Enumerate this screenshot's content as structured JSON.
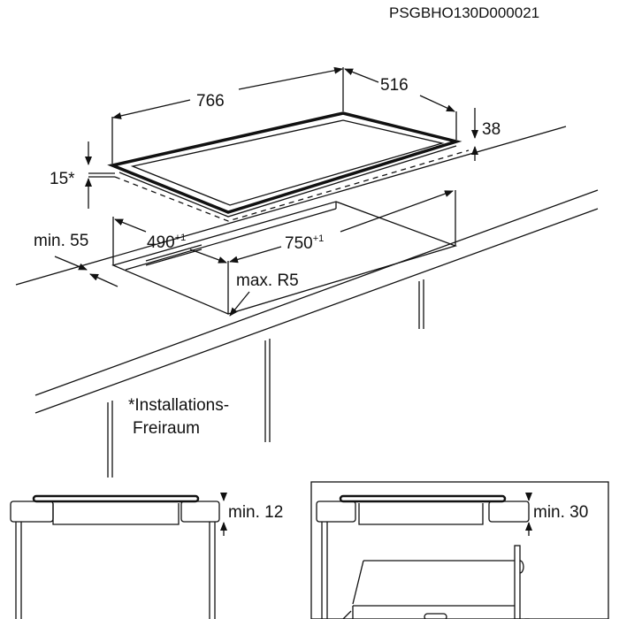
{
  "doc_code": "PSGBHO130D000021",
  "dimensions": {
    "width": "766",
    "depth": "516",
    "height": "38",
    "clearance": "15*",
    "min_front": "min. 55",
    "cutout_depth": "490",
    "cutout_depth_tol": "+1",
    "cutout_width": "750",
    "cutout_width_tol": "+1",
    "radius": "max. R5"
  },
  "note": {
    "line1": "*Installations-",
    "line2": "Freiraum"
  },
  "detail_left": {
    "label": "min. 12"
  },
  "detail_right": {
    "label": "min. 30"
  }
}
